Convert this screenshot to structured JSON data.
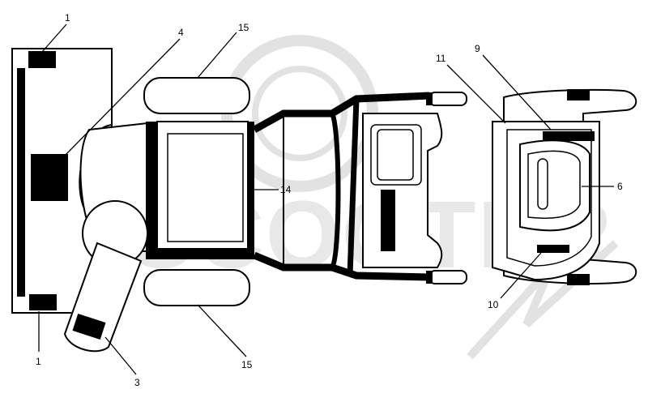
{
  "callouts": [
    {
      "id": "c1a",
      "text": "1"
    },
    {
      "id": "c4",
      "text": "4"
    },
    {
      "id": "c15a",
      "text": "15"
    },
    {
      "id": "c11",
      "text": "11"
    },
    {
      "id": "c9",
      "text": "9"
    },
    {
      "id": "c6",
      "text": "6"
    },
    {
      "id": "c14",
      "text": "14"
    },
    {
      "id": "c10",
      "text": "10"
    },
    {
      "id": "c15b",
      "text": "15"
    },
    {
      "id": "c1b",
      "text": "1"
    },
    {
      "id": "c3",
      "text": "3"
    }
  ],
  "watermark": {
    "text": "SCOOTER"
  }
}
